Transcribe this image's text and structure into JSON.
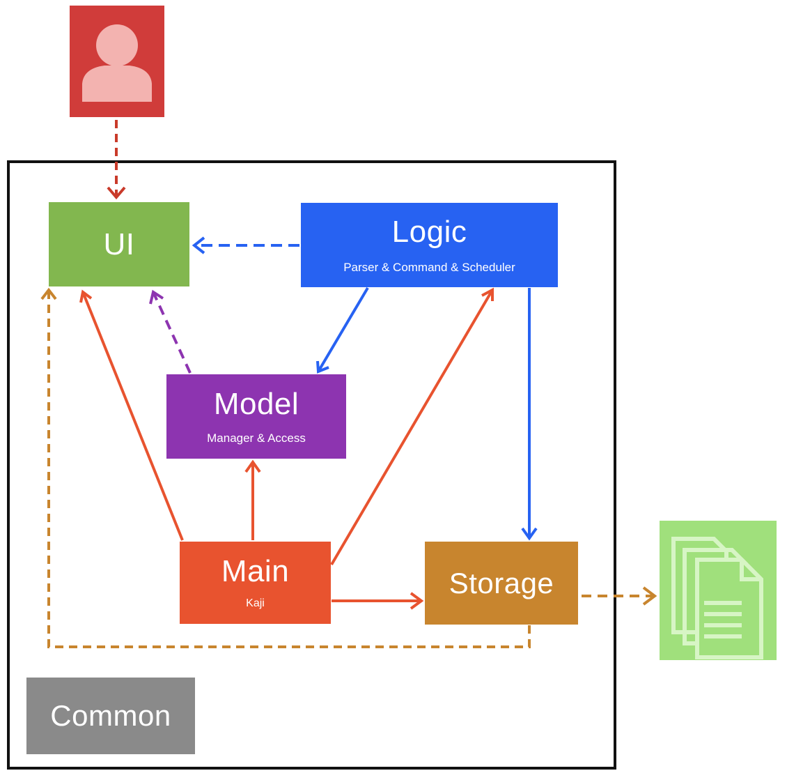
{
  "components": {
    "ui": {
      "title": "UI"
    },
    "logic": {
      "title": "Logic",
      "subtitle": "Parser & Command & Scheduler"
    },
    "model": {
      "title": "Model",
      "subtitle": "Manager & Access"
    },
    "main": {
      "title": "Main",
      "subtitle": "Kaji"
    },
    "storage": {
      "title": "Storage"
    },
    "common": {
      "title": "Common"
    }
  },
  "icons": {
    "user": "user-icon",
    "file": "documents-icon"
  },
  "colors": {
    "ui": "#82b74f",
    "logic": "#2762f2",
    "model": "#8d34b0",
    "main": "#e8532f",
    "storage": "#c8852e",
    "common": "#8a8a8a",
    "user": "#d03c3a",
    "file": "#a0e07c",
    "user_arrow": "#c93a2a",
    "logic_arrow": "#2762f2",
    "model_arrow": "#8d34b0",
    "main_arrow": "#e8532f",
    "storage_arrow": "#c8852e"
  }
}
